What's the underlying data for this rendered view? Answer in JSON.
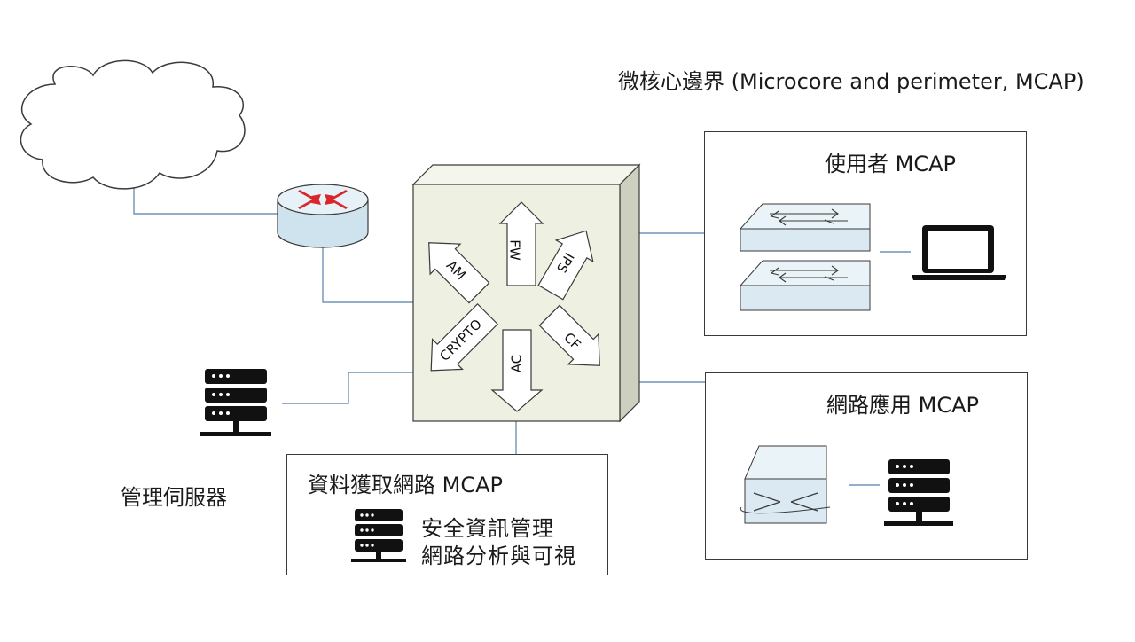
{
  "title": "微核心邊界 (Microcore and perimeter, MCAP)",
  "core": {
    "functions": [
      "FW",
      "IPS",
      "CF",
      "AC",
      "CRYPTO",
      "AM"
    ]
  },
  "user_mcap": {
    "label": "使用者 MCAP"
  },
  "network_app_mcap": {
    "label": "網路應用 MCAP"
  },
  "data_mcap": {
    "label": "資料獲取網路 MCAP",
    "line1": "安全資訊管理",
    "line2": "網路分析與可視"
  },
  "mgmt_server": {
    "label": "管理伺服器"
  },
  "colors": {
    "core_fill": "#eef0e2",
    "device_fill": "#dbeaf2",
    "router_arrows": "#d9262b",
    "link_line": "#6e93b8"
  },
  "icons": [
    "cloud-icon",
    "router-icon",
    "switch-icon",
    "laptop-icon",
    "server-icon",
    "load-balancer-icon"
  ]
}
